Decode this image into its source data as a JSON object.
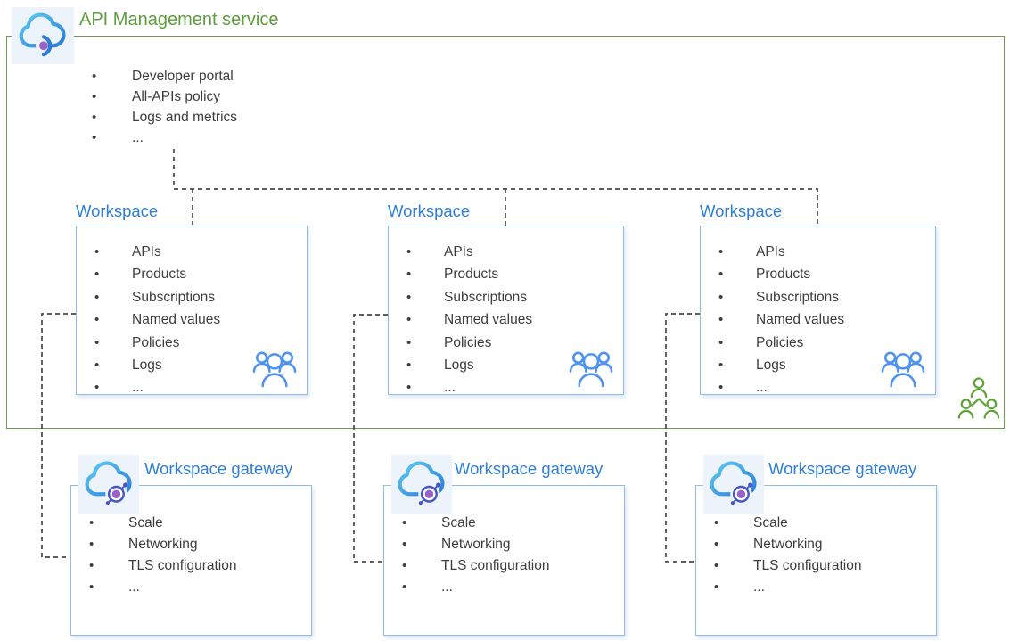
{
  "service": {
    "title": "API Management service",
    "features": [
      "Developer portal",
      "All-APIs policy",
      "Logs and metrics",
      "..."
    ]
  },
  "workspaces": [
    {
      "label": "Workspace",
      "features": [
        "APIs",
        "Products",
        "Subscriptions",
        "Named values",
        "Policies",
        "Logs",
        "..."
      ]
    },
    {
      "label": "Workspace",
      "features": [
        "APIs",
        "Products",
        "Subscriptions",
        "Named values",
        "Policies",
        "Logs",
        "..."
      ]
    },
    {
      "label": "Workspace",
      "features": [
        "APIs",
        "Products",
        "Subscriptions",
        "Named values",
        "Policies",
        "Logs",
        "..."
      ]
    }
  ],
  "gateways": [
    {
      "label": "Workspace gateway",
      "features": [
        "Scale",
        "Networking",
        "TLS configuration",
        "..."
      ]
    },
    {
      "label": "Workspace gateway",
      "features": [
        "Scale",
        "Networking",
        "TLS configuration",
        "..."
      ]
    },
    {
      "label": "Workspace gateway",
      "features": [
        "Scale",
        "Networking",
        "TLS configuration",
        "..."
      ]
    }
  ],
  "icons": {
    "service_icon": "api-management-cloud-icon",
    "workspace_icon": "people-group-icon",
    "gateway_icon": "workspace-gateway-cloud-icon",
    "org_icon": "org-people-icon"
  },
  "colors": {
    "service_green": "#5d9e3c",
    "service_border_green": "#6b9d4f",
    "label_blue": "#2f7fd8",
    "box_border_blue": "#8fbbea",
    "people_blue": "#4f93f0",
    "people_green": "#62a33c",
    "connector_gray": "#474747",
    "cloud_gradient_start": "#5bcbf5",
    "cloud_gradient_end": "#2d7cd6",
    "emblem_purple": "#9a62c9",
    "text": "#3d3d3d"
  }
}
